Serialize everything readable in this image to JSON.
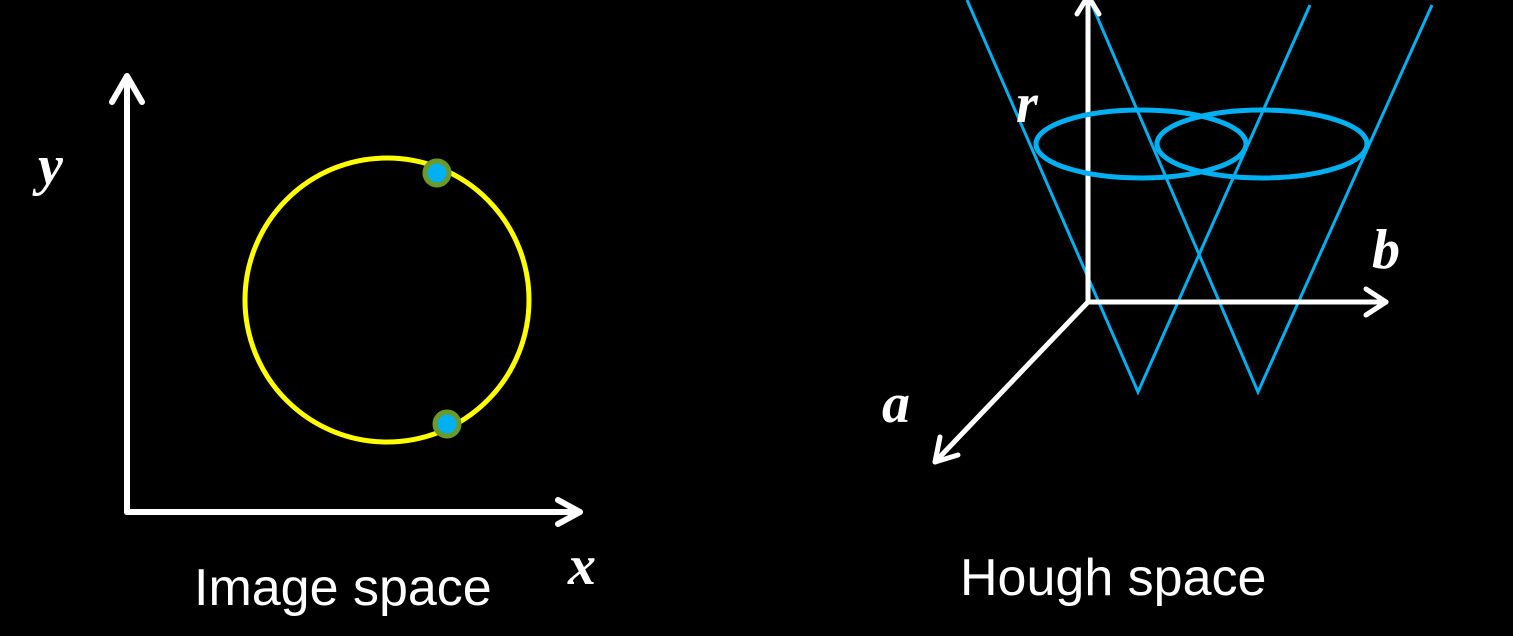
{
  "image_space": {
    "x_label": "x",
    "y_label": "y",
    "caption": "Image space",
    "circle_color": "#ffff00",
    "point_fill": "#00b0f0",
    "point_ring": "#6a9a2a"
  },
  "hough_space": {
    "a_label": "a",
    "b_label": "b",
    "r_label": "r",
    "caption": "Hough space",
    "cone_color": "#00b0f0"
  },
  "axis_color": "#ffffff"
}
